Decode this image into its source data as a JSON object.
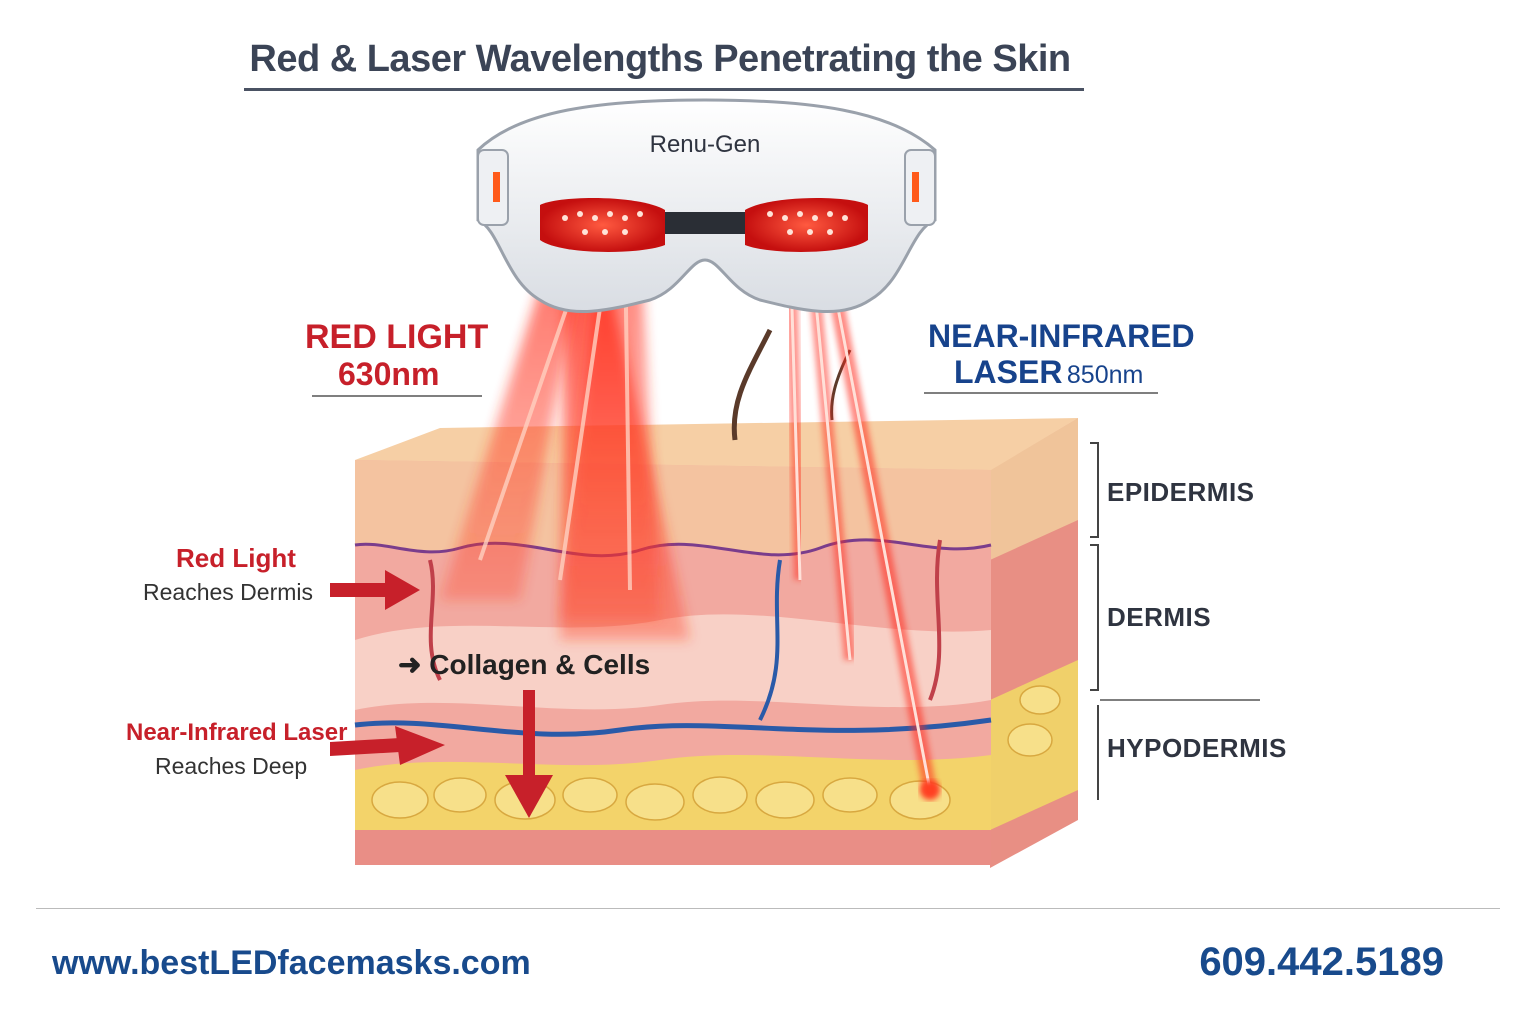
{
  "title": "Red & Laser Wavelengths Penetrating the Skin",
  "device": {
    "brand": "Renu-Gen"
  },
  "red_light": {
    "label": "RED LIGHT",
    "wavelength": "630nm"
  },
  "nir_laser": {
    "label_line1": "NEAR-INFRARED",
    "label_line2": "LASER",
    "wavelength": "850nm"
  },
  "layers": {
    "epidermis": "EPIDERMIS",
    "dermis": "DERMIS",
    "hypodermis": "HYPODERMIS"
  },
  "annotations": {
    "red_title": "Red Light",
    "red_sub": "Reaches Dermis",
    "collagen": "Collagen & Cells",
    "nir_title": "Near-Infrared Laser",
    "nir_sub": "Reaches Deep"
  },
  "footer": {
    "website": "www.bestLEDfacemasks.com",
    "phone": "609.442.5189"
  },
  "colors": {
    "red": "#c7202a",
    "blue": "#17438c",
    "skin": "#f2a9a0",
    "fat": "#f3d36a"
  }
}
